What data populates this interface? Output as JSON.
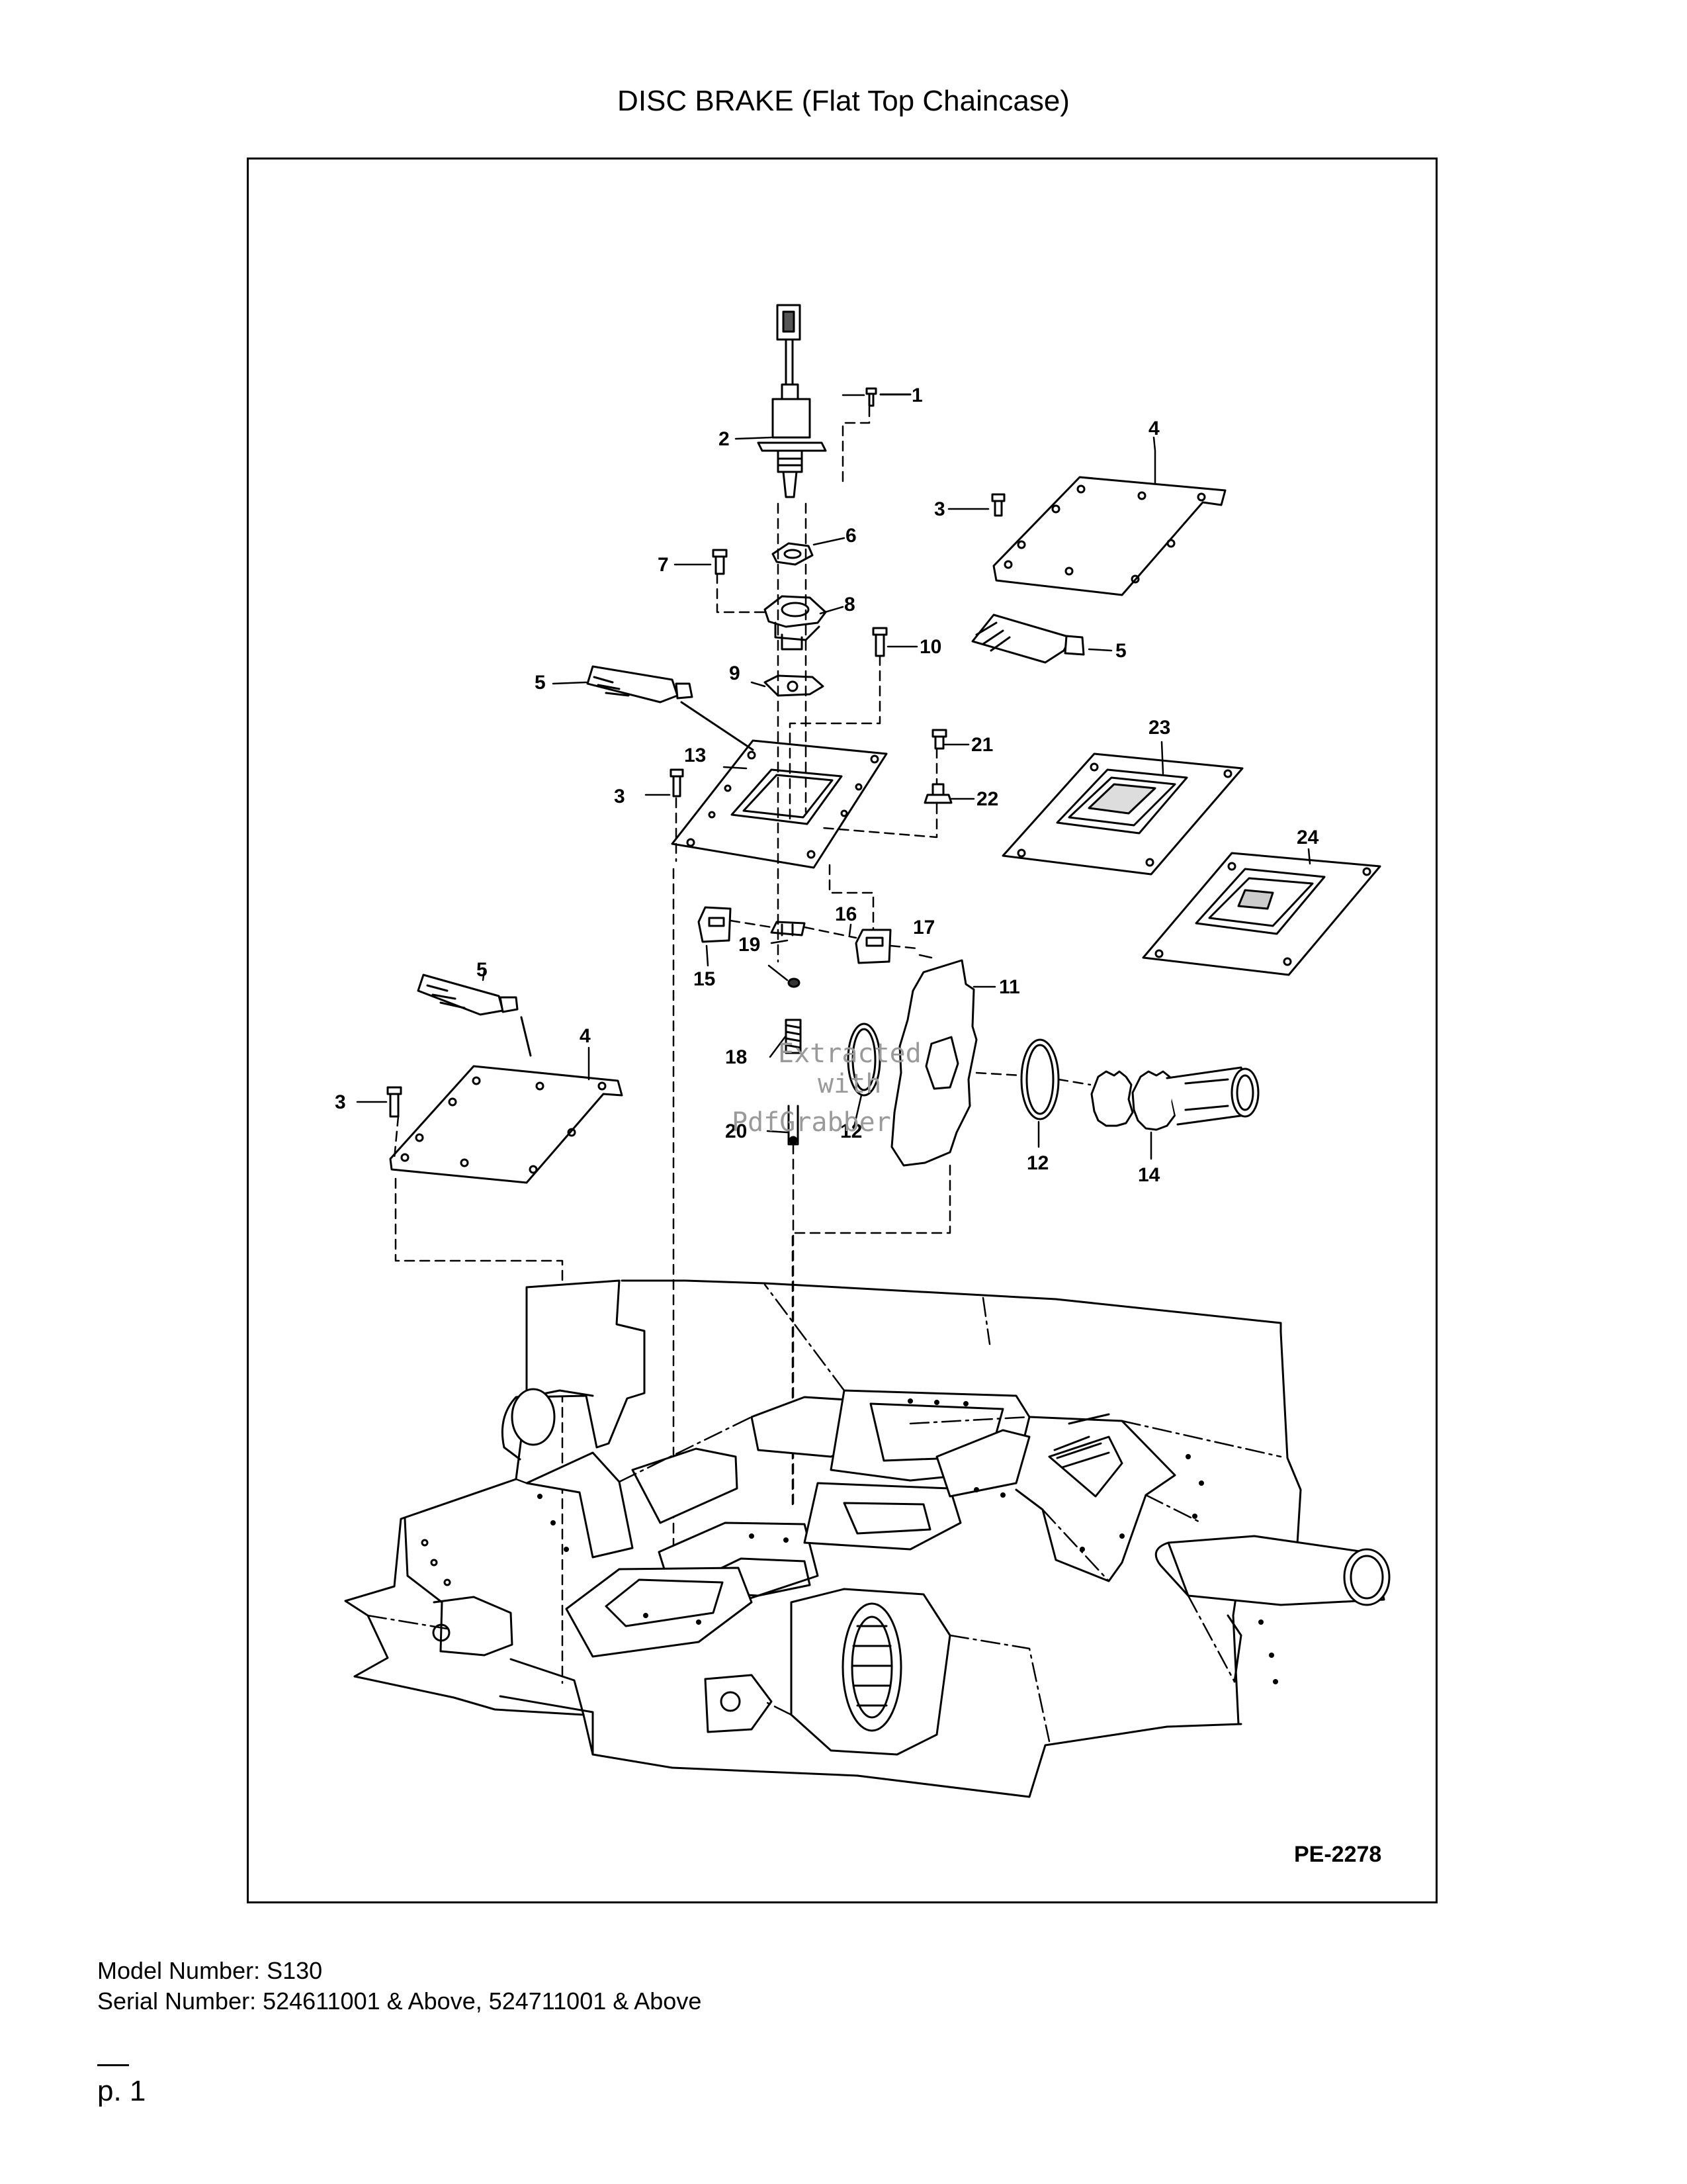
{
  "page": {
    "title": "DISC BRAKE (Flat Top Chaincase)",
    "figure_id": "PE-2278",
    "model_line": "Model Number: S130",
    "serial_line": "Serial Number: 524611001 & Above, 524711001 & Above",
    "page_number": "p. 1"
  },
  "callouts": {
    "c1": "1",
    "c2": "2",
    "c3a": "3",
    "c3b": "3",
    "c3c": "3",
    "c4a": "4",
    "c4b": "4",
    "c5a": "5",
    "c5b": "5",
    "c5c": "5",
    "c6": "6",
    "c7": "7",
    "c8": "8",
    "c9": "9",
    "c10": "10",
    "c11": "11",
    "c12a": "12",
    "c12b": "12",
    "c13": "13",
    "c14": "14",
    "c15": "15",
    "c16": "16",
    "c17": "17",
    "c18": "18",
    "c19": "19",
    "c20": "20",
    "c21": "21",
    "c22": "22",
    "c23": "23",
    "c24": "24"
  },
  "watermark": {
    "line1": "Extracted",
    "line2": "with",
    "line3": "PdfGrabber"
  }
}
